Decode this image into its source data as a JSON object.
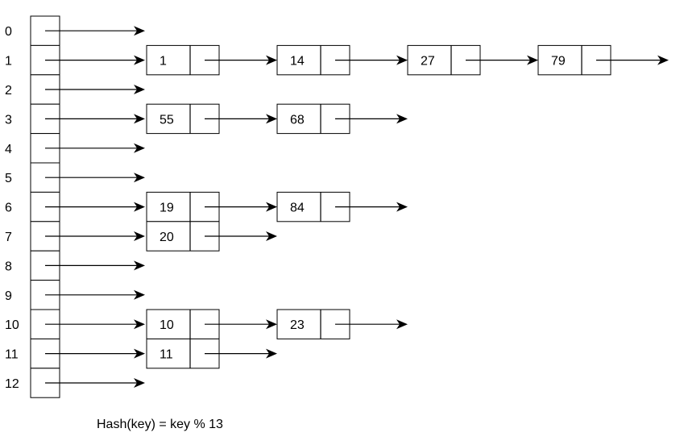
{
  "bucket_indices": [
    "0",
    "1",
    "2",
    "3",
    "4",
    "5",
    "6",
    "7",
    "8",
    "9",
    "10",
    "11",
    "12"
  ],
  "chains": [
    {
      "bucket": 1,
      "keys": [
        "1",
        "14",
        "27",
        "79"
      ]
    },
    {
      "bucket": 3,
      "keys": [
        "55",
        "68"
      ]
    },
    {
      "bucket": 6,
      "keys": [
        "19",
        "84"
      ]
    },
    {
      "bucket": 7,
      "keys": [
        "20"
      ]
    },
    {
      "bucket": 10,
      "keys": [
        "10",
        "23"
      ]
    },
    {
      "bucket": 11,
      "keys": [
        "11"
      ]
    }
  ],
  "formula": "Hash(key) = key % 13"
}
